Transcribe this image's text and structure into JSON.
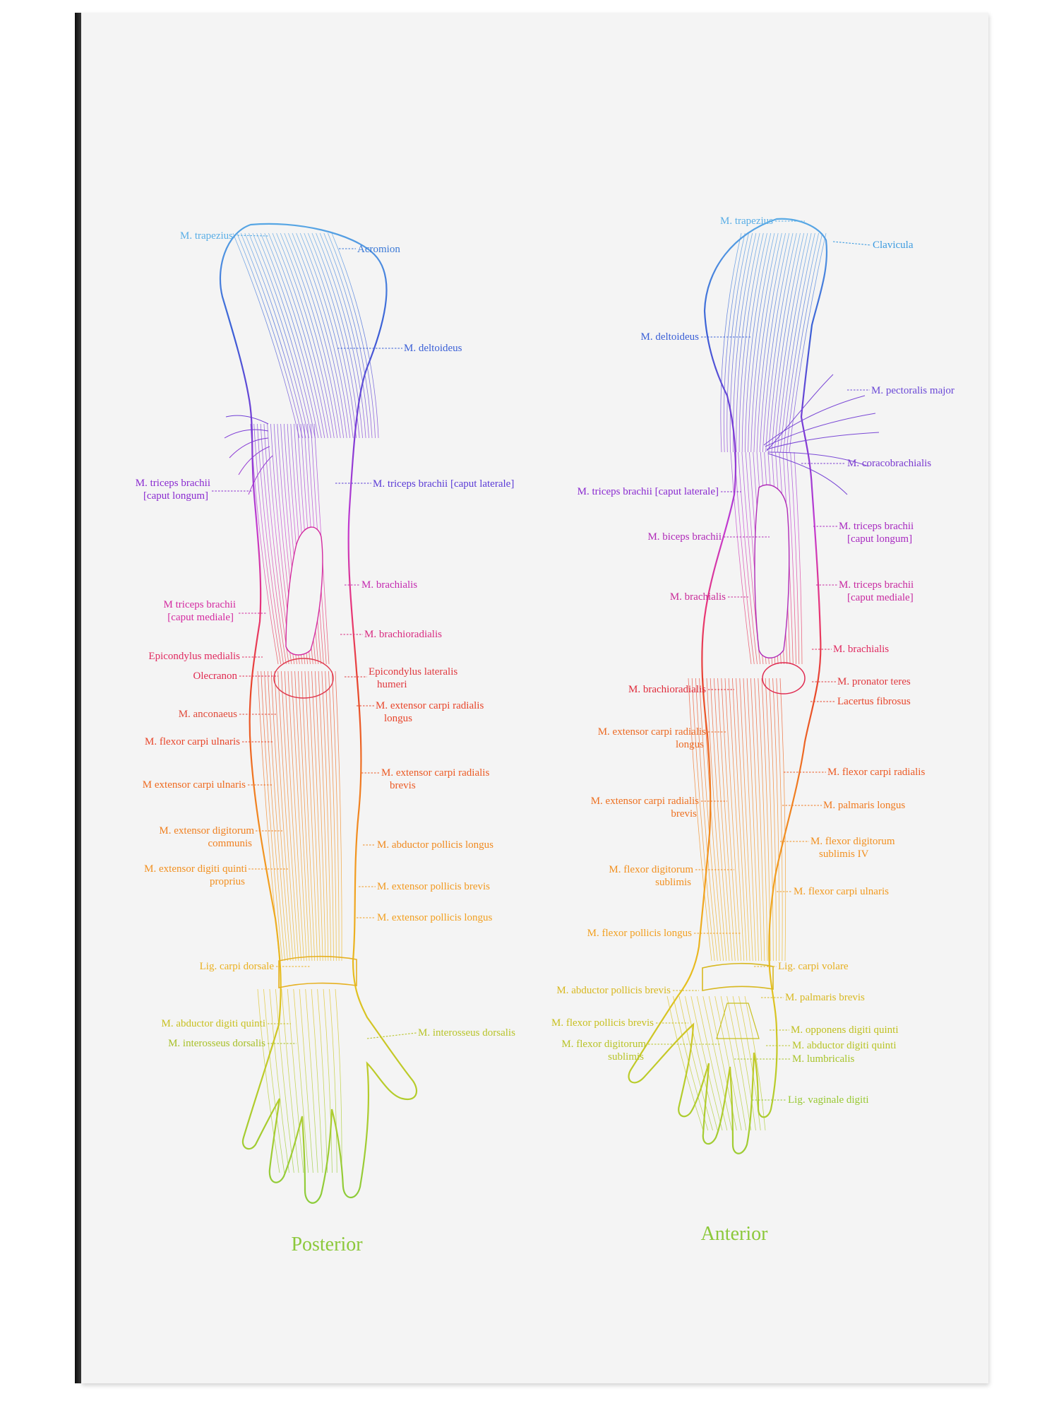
{
  "colors": {
    "panel": "#f4f4f4",
    "gradient": [
      "#5aaee6",
      "#3a5fd6",
      "#7a3ad6",
      "#c43ad0",
      "#e8347a",
      "#e8452a",
      "#f07a20",
      "#f2a020",
      "#e6c020",
      "#b8cc2a",
      "#8ccc3a"
    ]
  },
  "posterior": {
    "caption": "Posterior",
    "labels": [
      {
        "id": "p-trapezius",
        "lines": [
          "M. trapezius"
        ],
        "color": "#5aaee6"
      },
      {
        "id": "p-acromion",
        "lines": [
          "Acromion"
        ],
        "color": "#3a78d6"
      },
      {
        "id": "p-deltoideus",
        "lines": [
          "M. deltoideus"
        ],
        "color": "#3a5fd6"
      },
      {
        "id": "p-triceps-longum",
        "lines": [
          "M. triceps brachii",
          "[caput longum]"
        ],
        "color": "#8a2ad0"
      },
      {
        "id": "p-triceps-laterale",
        "lines": [
          "M. triceps brachii [caput laterale]"
        ],
        "color": "#5a3ad6"
      },
      {
        "id": "p-brachialis",
        "lines": [
          "M. brachialis"
        ],
        "color": "#c42ab0"
      },
      {
        "id": "p-triceps-mediale",
        "lines": [
          "M triceps brachii",
          "[caput mediale]"
        ],
        "color": "#d42aa0"
      },
      {
        "id": "p-brachioradialis",
        "lines": [
          "M. brachioradialis"
        ],
        "color": "#d82a80"
      },
      {
        "id": "p-epicondylus-medialis",
        "lines": [
          "Epicondylus medialis"
        ],
        "color": "#e02a60"
      },
      {
        "id": "p-olecranon",
        "lines": [
          "Olecranon"
        ],
        "color": "#e02a50"
      },
      {
        "id": "p-epicondylus-lateralis",
        "lines": [
          "Epicondylus lateralis",
          "humeri"
        ],
        "color": "#e03a40"
      },
      {
        "id": "p-anconaeus",
        "lines": [
          "M. anconaeus"
        ],
        "color": "#e04a3a"
      },
      {
        "id": "p-ecr-longus",
        "lines": [
          "M. extensor carpi radialis",
          "longus"
        ],
        "color": "#e8452a"
      },
      {
        "id": "p-flexor-carpi-ulnaris",
        "lines": [
          "M. flexor carpi ulnaris"
        ],
        "color": "#e8452a"
      },
      {
        "id": "p-ecr-brevis",
        "lines": [
          "M. extensor carpi radialis",
          "brevis"
        ],
        "color": "#ec5a24"
      },
      {
        "id": "p-extensor-carpi-ulnaris",
        "lines": [
          "M  extensor carpi ulnaris"
        ],
        "color": "#ee6a20"
      },
      {
        "id": "p-extensor-digitorum",
        "lines": [
          "M. extensor digitorum",
          "communis"
        ],
        "color": "#f08020"
      },
      {
        "id": "p-abductor-pollicis-longus",
        "lines": [
          "M. abductor pollicis longus"
        ],
        "color": "#f08a20"
      },
      {
        "id": "p-extensor-digiti-quinti",
        "lines": [
          "M. extensor digiti quinti",
          "proprius"
        ],
        "color": "#f29020"
      },
      {
        "id": "p-extensor-pollicis-brevis",
        "lines": [
          "M. extensor pollicis brevis"
        ],
        "color": "#f29a20"
      },
      {
        "id": "p-extensor-pollicis-longus",
        "lines": [
          "M. extensor pollicis longus"
        ],
        "color": "#f2a020"
      },
      {
        "id": "p-lig-carpi-dorsale",
        "lines": [
          "Lig. carpi dorsale"
        ],
        "color": "#eab020"
      },
      {
        "id": "p-abductor-digiti-quinti",
        "lines": [
          "M. abductor digiti quinti"
        ],
        "color": "#c8c020"
      },
      {
        "id": "p-interosseus-dorsalis-left",
        "lines": [
          "M. interosseus dorsalis"
        ],
        "color": "#a8c028"
      },
      {
        "id": "p-interosseus-dorsalis-right",
        "lines": [
          "M. interosseus dorsalis"
        ],
        "color": "#b8c42a"
      }
    ]
  },
  "anterior": {
    "caption": "Anterior",
    "labels": [
      {
        "id": "a-trapezius",
        "lines": [
          "M. trapezius"
        ],
        "color": "#5aaee6"
      },
      {
        "id": "a-clavicula",
        "lines": [
          "Clavicula"
        ],
        "color": "#3a9ae0"
      },
      {
        "id": "a-deltoideus",
        "lines": [
          "M. deltoideus"
        ],
        "color": "#3a5fd6"
      },
      {
        "id": "a-pectoralis-major",
        "lines": [
          "M. pectoralis major"
        ],
        "color": "#6a48d6"
      },
      {
        "id": "a-coracobrachialis",
        "lines": [
          "M. coracobrachialis"
        ],
        "color": "#7a3ad0"
      },
      {
        "id": "a-triceps-laterale",
        "lines": [
          "M. triceps brachii [caput laterale]"
        ],
        "color": "#8a2ad0"
      },
      {
        "id": "a-triceps-longum",
        "lines": [
          "M. triceps brachii",
          "[caput longum]"
        ],
        "color": "#a82ac0"
      },
      {
        "id": "a-biceps",
        "lines": [
          "M. biceps brachii"
        ],
        "color": "#b02ab8"
      },
      {
        "id": "a-triceps-mediale",
        "lines": [
          "M. triceps brachii",
          "[caput mediale]"
        ],
        "color": "#c82aa0"
      },
      {
        "id": "a-brachialis-left",
        "lines": [
          "M. brachialis"
        ],
        "color": "#c82a98"
      },
      {
        "id": "a-brachialis-right",
        "lines": [
          "M. brachialis"
        ],
        "color": "#e02a60"
      },
      {
        "id": "a-pronator-teres",
        "lines": [
          "M. pronator teres"
        ],
        "color": "#e03a40"
      },
      {
        "id": "a-brachioradialis",
        "lines": [
          "M. brachioradialis"
        ],
        "color": "#e02a3a"
      },
      {
        "id": "a-lacertus-fibrosus",
        "lines": [
          "Lacertus fibrosus"
        ],
        "color": "#e8452a"
      },
      {
        "id": "a-ecr-longus",
        "lines": [
          "M. extensor carpi radialis",
          "longus"
        ],
        "color": "#ec6a24"
      },
      {
        "id": "a-flexor-carpi-radialis",
        "lines": [
          "M. flexor carpi radialis"
        ],
        "color": "#ec5a24"
      },
      {
        "id": "a-ecr-brevis",
        "lines": [
          "M. extensor carpi radialis",
          "brevis"
        ],
        "color": "#ee7020"
      },
      {
        "id": "a-palmaris-longus",
        "lines": [
          "M. palmaris longus"
        ],
        "color": "#f07a20"
      },
      {
        "id": "a-fds-iv",
        "lines": [
          "M. flexor digitorum",
          "sublimis IV"
        ],
        "color": "#f29020"
      },
      {
        "id": "a-fds",
        "lines": [
          "M. flexor digitorum",
          "sublimis"
        ],
        "color": "#f29020"
      },
      {
        "id": "a-flexor-carpi-ulnaris",
        "lines": [
          "M. flexor carpi ulnaris"
        ],
        "color": "#f29a20"
      },
      {
        "id": "a-flexor-pollicis-longus",
        "lines": [
          "M. flexor pollicis longus"
        ],
        "color": "#f2a020"
      },
      {
        "id": "a-lig-carpi-volare",
        "lines": [
          "Lig. carpi volare"
        ],
        "color": "#e6b020"
      },
      {
        "id": "a-abductor-pollicis-brevis",
        "lines": [
          "M. abductor pollicis brevis"
        ],
        "color": "#d8b820"
      },
      {
        "id": "a-palmaris-brevis",
        "lines": [
          "M. palmaris brevis"
        ],
        "color": "#d8b820"
      },
      {
        "id": "a-flexor-pollicis-brevis",
        "lines": [
          "M. flexor pollicis brevis"
        ],
        "color": "#c8c020"
      },
      {
        "id": "a-opponens-digiti-quinti",
        "lines": [
          "M. opponens digiti quinti"
        ],
        "color": "#c0c020"
      },
      {
        "id": "a-fds-hand",
        "lines": [
          "M. flexor digitorum",
          "sublimis"
        ],
        "color": "#b8c428"
      },
      {
        "id": "a-abductor-digiti-quinti",
        "lines": [
          "M. abductor digiti quinti"
        ],
        "color": "#b8c428"
      },
      {
        "id": "a-lumbricalis",
        "lines": [
          "M. lumbricalis"
        ],
        "color": "#a8c42a"
      },
      {
        "id": "a-lig-vaginale",
        "lines": [
          "Lig. vaginale digiti"
        ],
        "color": "#98c830"
      }
    ]
  }
}
